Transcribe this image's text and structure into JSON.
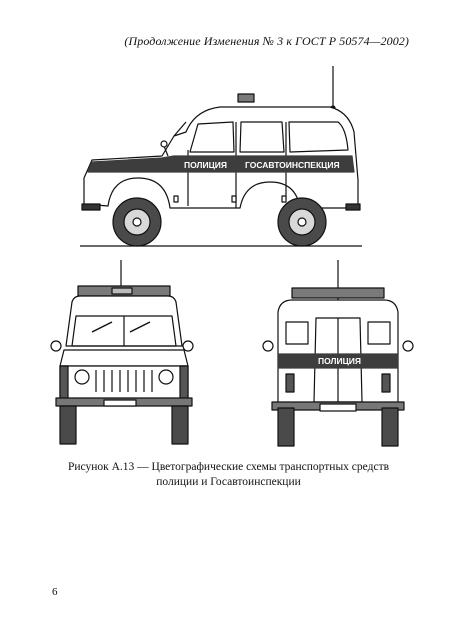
{
  "header": {
    "text": "(Продолжение Изменения № 3 к ГОСТ Р 50574—2002)"
  },
  "side_view": {
    "stripe_text_left": "ПОЛИЦИЯ",
    "stripe_text_right": "ГОСАВТОИНСПЕКЦИЯ"
  },
  "rear_view": {
    "stripe_text": "ПОЛИЦИЯ"
  },
  "caption": {
    "line1": "Рисунок А.13 — Цветографические схемы транспортных средств",
    "line2": "полиции и Госавтоинспекции"
  },
  "page_number": "6",
  "colors": {
    "stripe": "#3d3d3d",
    "beacon": "#7a7a7a",
    "tire": "#4a4a4a",
    "rim": "#d8d8d8",
    "outline": "#111111"
  }
}
